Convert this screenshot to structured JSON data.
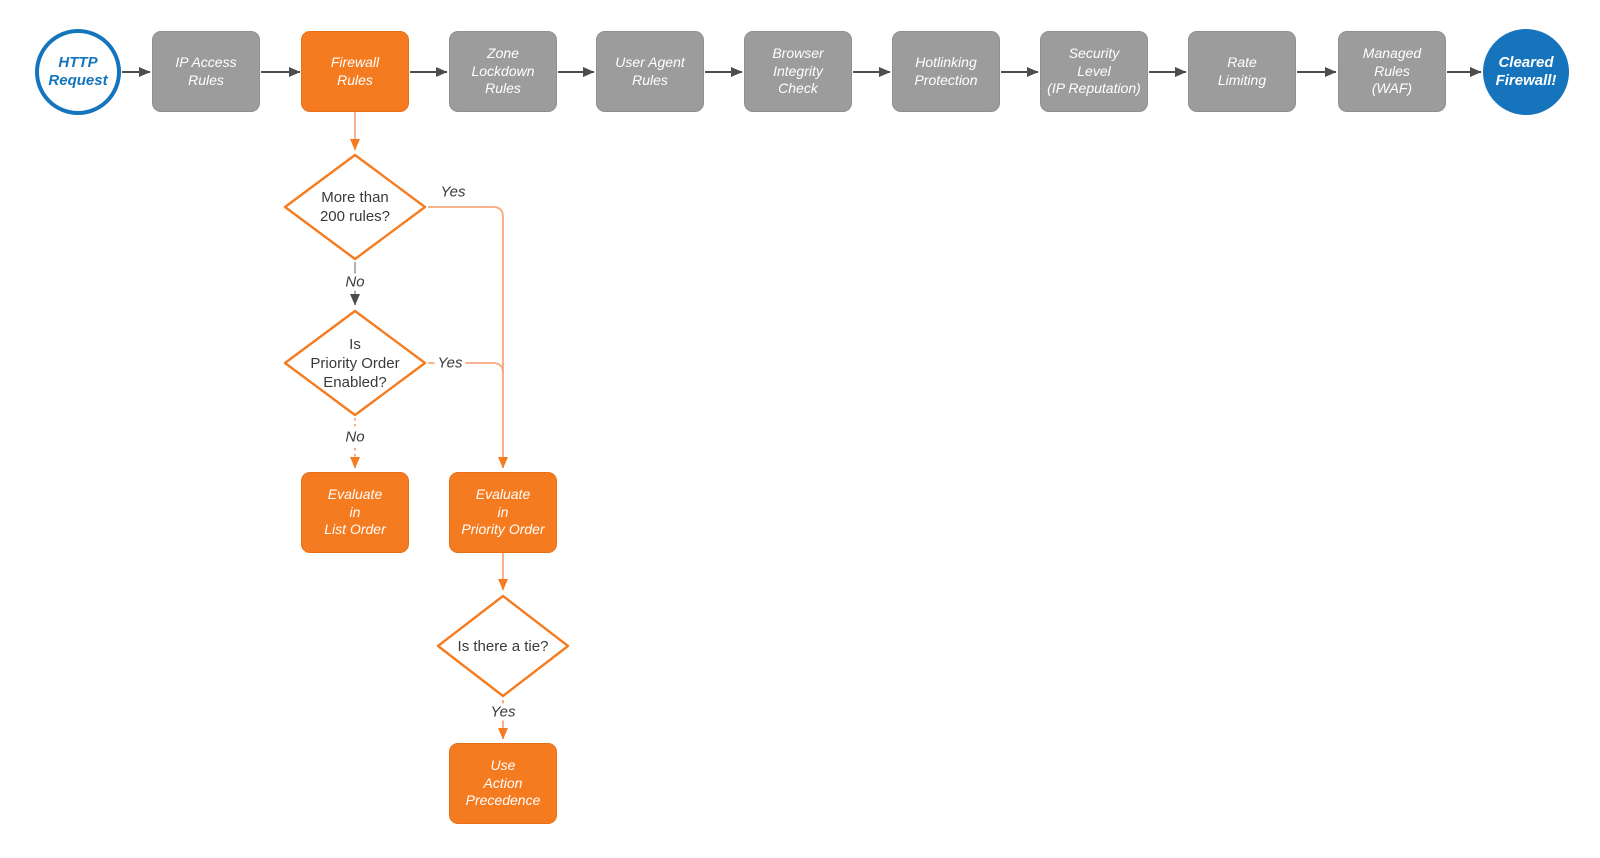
{
  "colors": {
    "accent_orange": "#F57B20",
    "accent_orange_light": "#F8A880",
    "brand_blue": "#1574BB",
    "step_gray": "#9C9C9C",
    "connector_dark": "#4D4D4D",
    "text_dark": "#3A3A3A"
  },
  "pipeline": {
    "start": {
      "label": "HTTP\nRequest"
    },
    "steps": [
      {
        "label": "IP Access\nRules"
      },
      {
        "label": "Firewall\nRules"
      },
      {
        "label": "Zone\nLockdown\nRules"
      },
      {
        "label": "User Agent\nRules"
      },
      {
        "label": "Browser\nIntegrity\nCheck"
      },
      {
        "label": "Hotlinking\nProtection"
      },
      {
        "label": "Security\nLevel\n(IP Reputation)"
      },
      {
        "label": "Rate\nLimiting"
      },
      {
        "label": "Managed\nRules\n(WAF)"
      }
    ],
    "end": {
      "label": "Cleared\nFirewall!"
    }
  },
  "firewall_rules_subflow": {
    "decision_more_than_200": {
      "label": "More than\n200 rules?",
      "yes": "Yes",
      "no": "No"
    },
    "decision_priority_enabled": {
      "label": "Is\nPriority Order\nEnabled?",
      "yes": "Yes",
      "no": "No"
    },
    "outcome_list_order": {
      "label": "Evaluate\nin\nList Order"
    },
    "outcome_priority_order": {
      "label": "Evaluate\nin\nPriority Order"
    },
    "decision_tie": {
      "label": "Is there a tie?",
      "yes": "Yes"
    },
    "outcome_action_precedence": {
      "label": "Use\nAction\nPrecedence"
    }
  }
}
